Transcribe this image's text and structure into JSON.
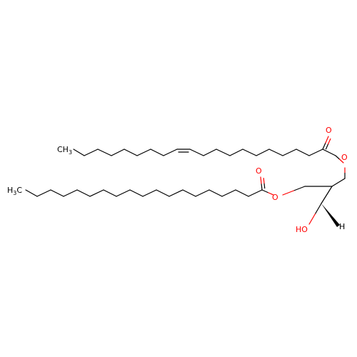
{
  "molecule": {
    "labels": {
      "methyl_upper": "CH",
      "methyl_upper_sub": "3",
      "methyl_lower": "H",
      "methyl_lower_sub": "3",
      "methyl_lower_c": "C",
      "ester1_carbonyl_o": "O",
      "ester1_ether_o": "O",
      "ester2_carbonyl_o": "O",
      "ester2_ether_o": "O",
      "hydroxyl": "HO",
      "stereo_h": "H"
    },
    "colors": {
      "bond": "#000000",
      "oxygen": "#ff0000"
    }
  }
}
